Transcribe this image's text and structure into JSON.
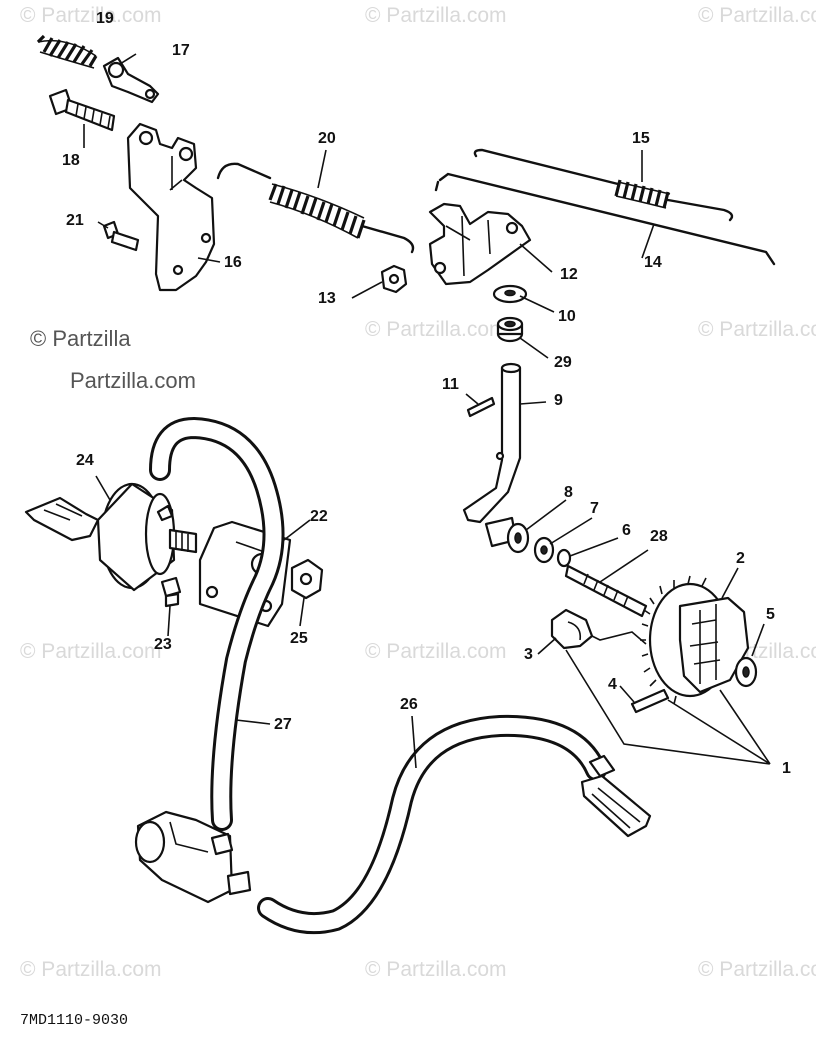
{
  "watermark": {
    "text": "© Partzilla.com",
    "main_line1": "© Partzilla",
    "main_line2": "Partzilla.com"
  },
  "drawing_code": "7MD1110-9030",
  "callouts": {
    "c1": "1",
    "c2": "2",
    "c3": "3",
    "c4": "4",
    "c5": "5",
    "c6": "6",
    "c7": "7",
    "c8": "8",
    "c9": "9",
    "c10": "10",
    "c11": "11",
    "c12": "12",
    "c13": "13",
    "c14": "14",
    "c15": "15",
    "c16": "16",
    "c17": "17",
    "c18": "18",
    "c19": "19",
    "c20": "20",
    "c21": "21",
    "c22": "22",
    "c23": "23",
    "c24": "24",
    "c25": "25",
    "c26": "26",
    "c27": "27",
    "c28": "28",
    "c29": "29"
  }
}
